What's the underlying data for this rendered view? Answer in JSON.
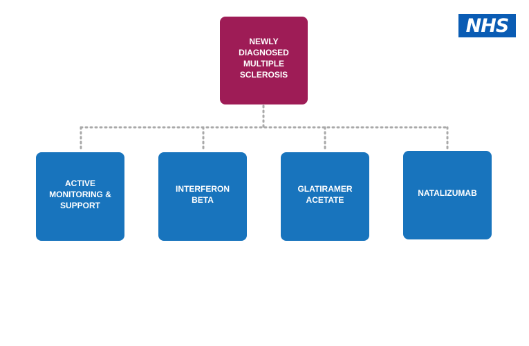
{
  "logo": {
    "text": "NHS"
  },
  "diagram": {
    "root": {
      "label": "NEWLY DIAGNOSED MULTIPLE SCLEROSIS"
    },
    "children": [
      {
        "label": "ACTIVE MONITORING & SUPPORT"
      },
      {
        "label": "INTERFERON BETA"
      },
      {
        "label": "GLATIRAMER ACETATE"
      },
      {
        "label": "NATALIZUMAB"
      }
    ]
  },
  "colors": {
    "root_fill": "#9e1c56",
    "child_fill": "#1874bd",
    "connector": "#a9a9a9",
    "logo_fill": "#0a5cb4"
  }
}
